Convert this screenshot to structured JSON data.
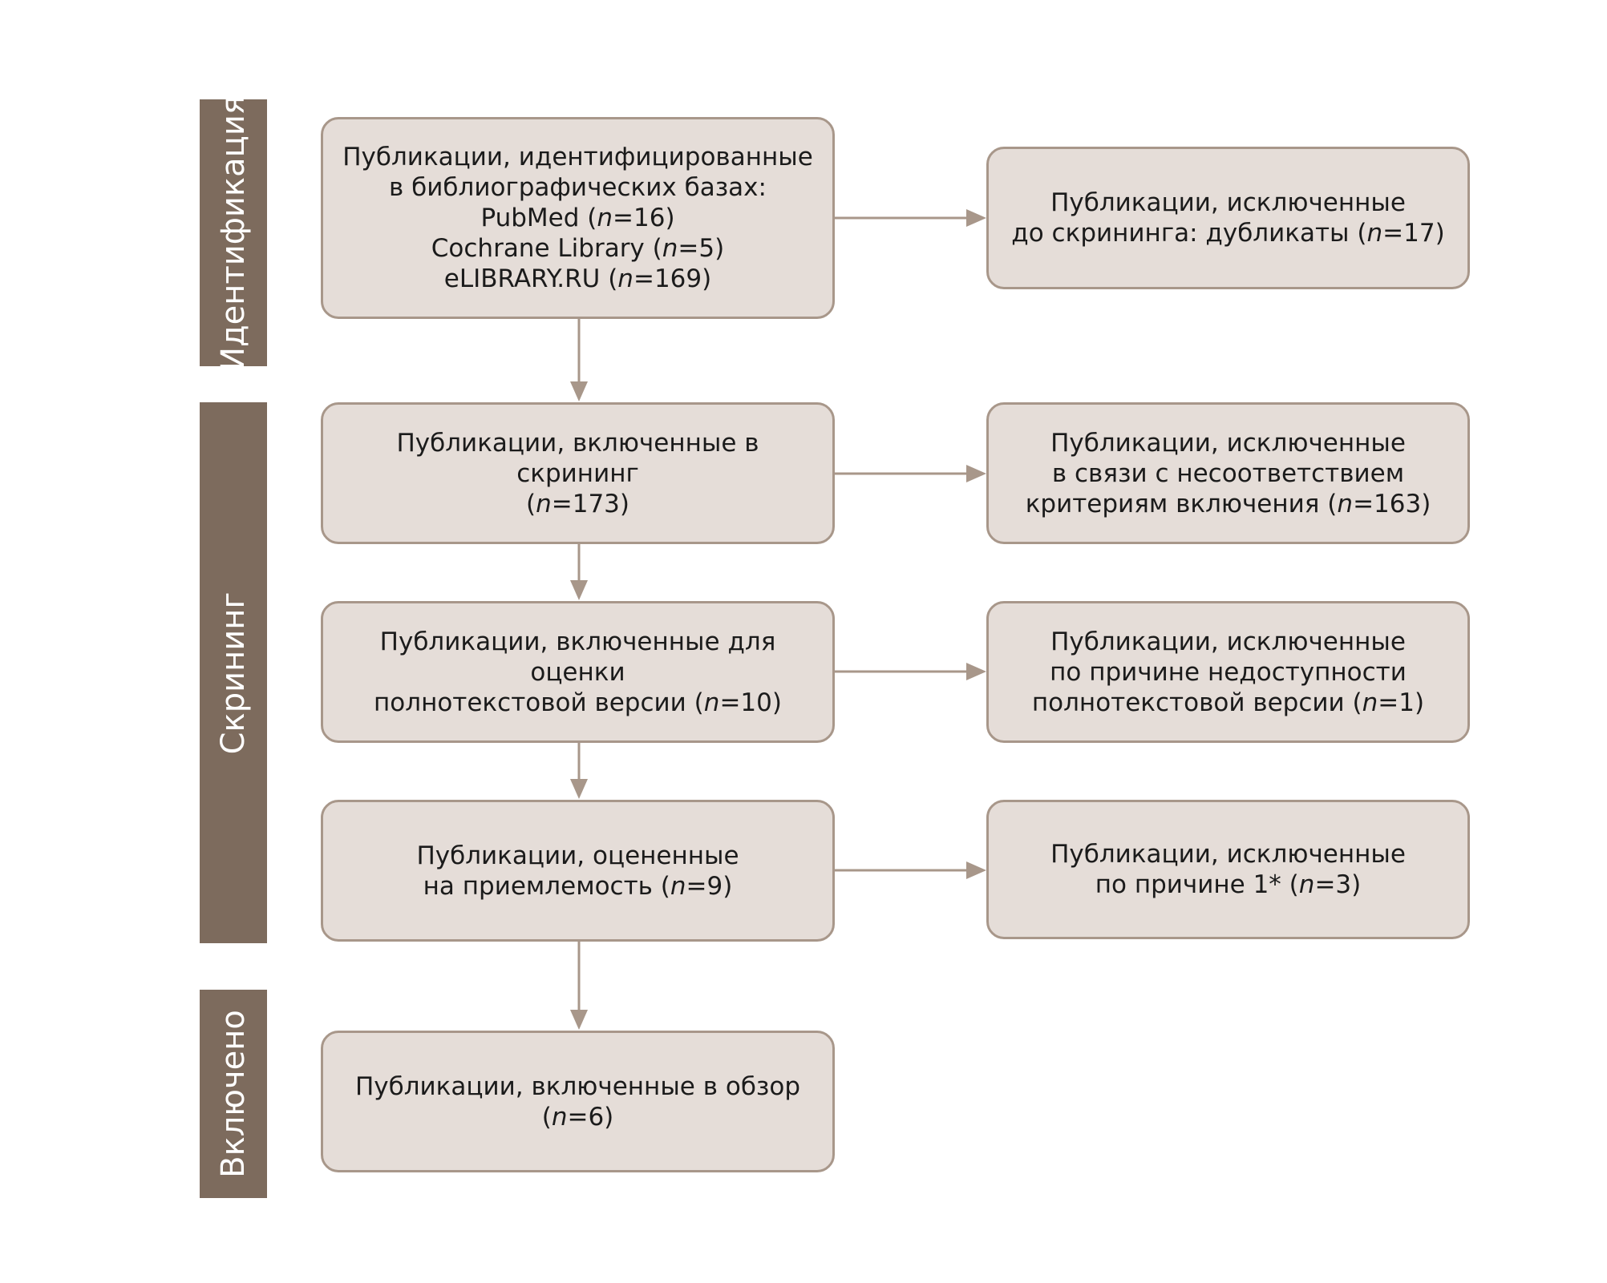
{
  "stages": [
    {
      "id": "identification",
      "label": "Идентификация"
    },
    {
      "id": "screening",
      "label": "Скрининг"
    },
    {
      "id": "included",
      "label": "Включено"
    }
  ],
  "boxes": {
    "identified": {
      "lines": [
        "Публикации, идентифицированные",
        "в библиографических базах:",
        "PubMed (n=16)",
        "Cochrane Library (n=5)",
        "eLIBRARY.RU (n=169)"
      ]
    },
    "excluded_duplicates": {
      "lines": [
        "Публикации, исключенные",
        "до скрининга: дубликаты (n=17)"
      ]
    },
    "screened": {
      "lines": [
        "Публикации, включенные в скрининг",
        "(n=173)"
      ]
    },
    "excluded_criteria": {
      "lines": [
        "Публикации, исключенные",
        "в связи с несоответствием",
        "критериям включения (n=163)"
      ]
    },
    "fulltext_assessed": {
      "lines": [
        "Публикации, включенные для оценки",
        "полнотекстовой версии (n=10)"
      ]
    },
    "excluded_unavailable": {
      "lines": [
        "Публикации, исключенные",
        "по причине недоступности",
        "полнотекстовой версии (n=1)"
      ]
    },
    "eligibility": {
      "lines": [
        "Публикации, оцененные",
        "на приемлемость (n=9)"
      ]
    },
    "excluded_reason1": {
      "lines": [
        "Публикации, исключенные",
        "по причине 1* (n=3)"
      ]
    },
    "included_review": {
      "lines": [
        "Публикации, включенные в обзор",
        "(n=6)"
      ]
    }
  },
  "colors": {
    "stage_band": "#7d6b5d",
    "box_fill": "#e5ddd8",
    "box_border": "#a8978a",
    "arrow": "#a8978a"
  }
}
